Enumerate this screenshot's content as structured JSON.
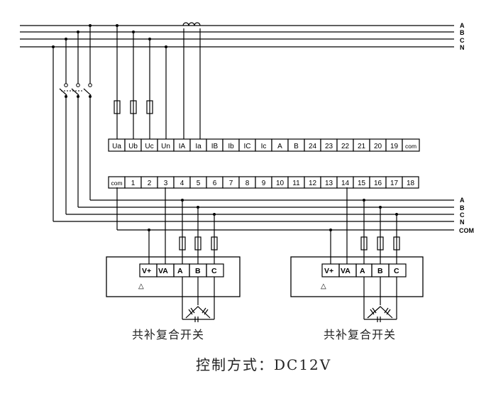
{
  "top_bus": {
    "labels": [
      "A",
      "B",
      "C",
      "N"
    ]
  },
  "bottom_bus": {
    "labels": [
      "A",
      "B",
      "C",
      "N",
      "COM"
    ]
  },
  "upper_terminals": [
    "Ua",
    "Ub",
    "Uc",
    "Un",
    "IA",
    "Ia",
    "IB",
    "Ib",
    "IC",
    "Ic",
    "A",
    "B",
    "24",
    "23",
    "22",
    "21",
    "20",
    "19",
    "com"
  ],
  "lower_terminals": [
    "com",
    "1",
    "2",
    "3",
    "4",
    "5",
    "6",
    "7",
    "8",
    "9",
    "10",
    "11",
    "12",
    "13",
    "14",
    "15",
    "16",
    "17",
    "18"
  ],
  "capacitor_modules": [
    {
      "terminals": [
        "V+",
        "VA",
        "A",
        "B",
        "C"
      ],
      "marker": "△",
      "caption": "共补复合开关"
    },
    {
      "terminals": [
        "V+",
        "VA",
        "A",
        "B",
        "C"
      ],
      "marker": "△",
      "caption": "共补复合开关"
    }
  ],
  "control_mode": "控制方式：DC12V"
}
